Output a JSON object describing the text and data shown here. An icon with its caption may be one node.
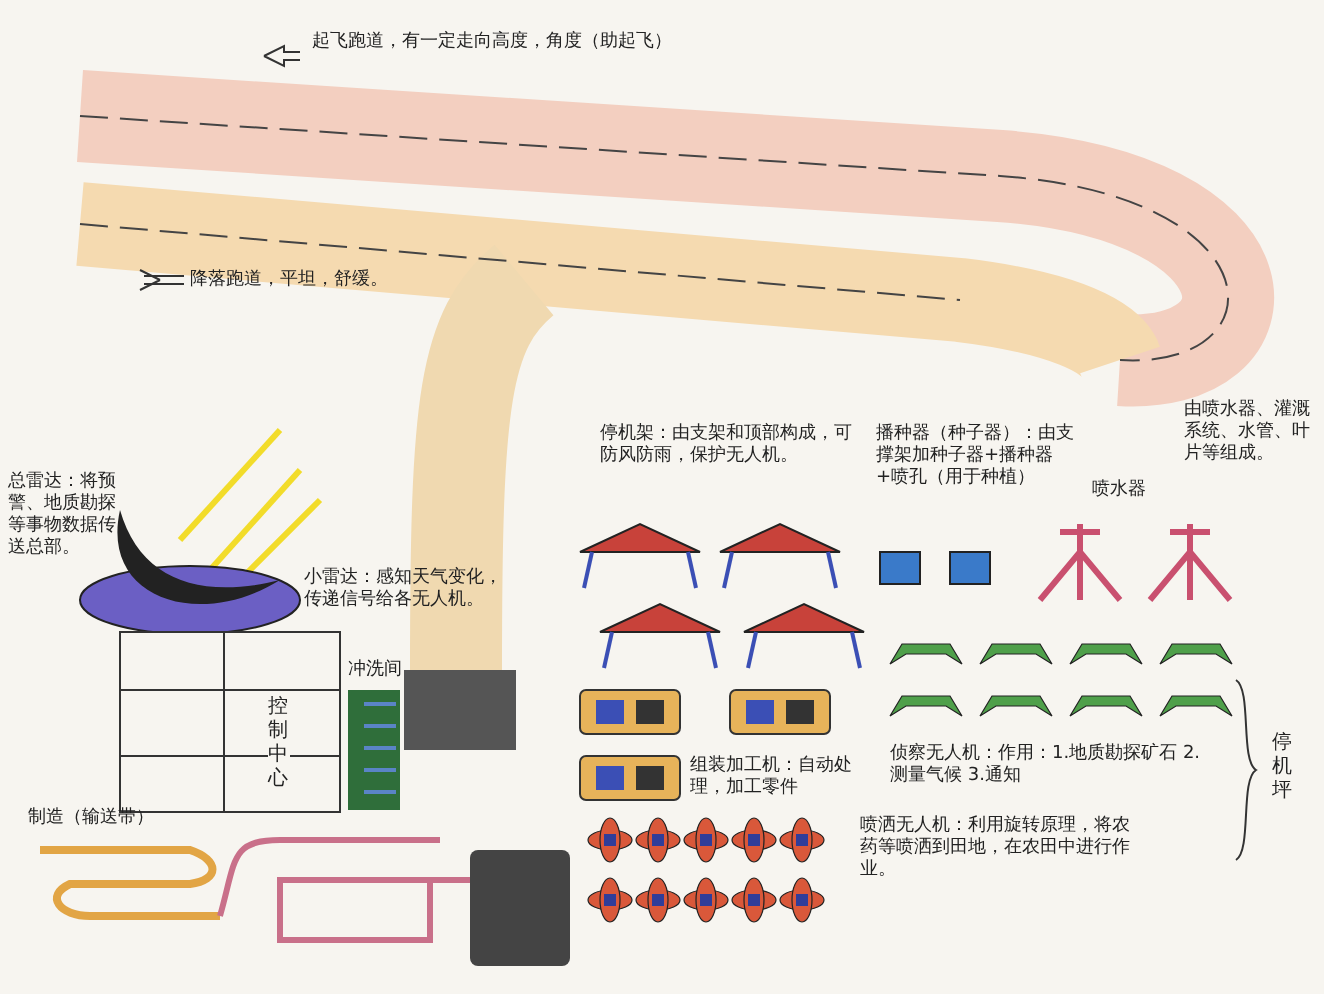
{
  "diagram": {
    "labels": [
      "起飞跑道，有一定走向高度，角度（助起飞）",
      "降落跑道，平坦，舒缓。",
      "总雷达：将预警、地质勘探等事物数据传送总部。",
      "小雷达：感知天气变化，传递信号给各无人机。",
      "控制中心",
      "冲洗间",
      "制造（输送带）",
      "停机架：由支架和顶部构成，可防风防雨，保护无人机。",
      "播种器（种子器）：由支撑架加种子器+播种器+喷孔（用于种植）",
      "喷水器",
      "由喷水器、灌溉系统、水管、叶片等组成。",
      "组装加工机：自动处理，加工零件",
      "侦察无人机：作用：1.地质勘探矿石 2.测量气候 3.通知",
      "喷洒无人机：利用旋转原理，将农药等喷洒到田地，在农田中进行作业。",
      "停机坪"
    ]
  }
}
